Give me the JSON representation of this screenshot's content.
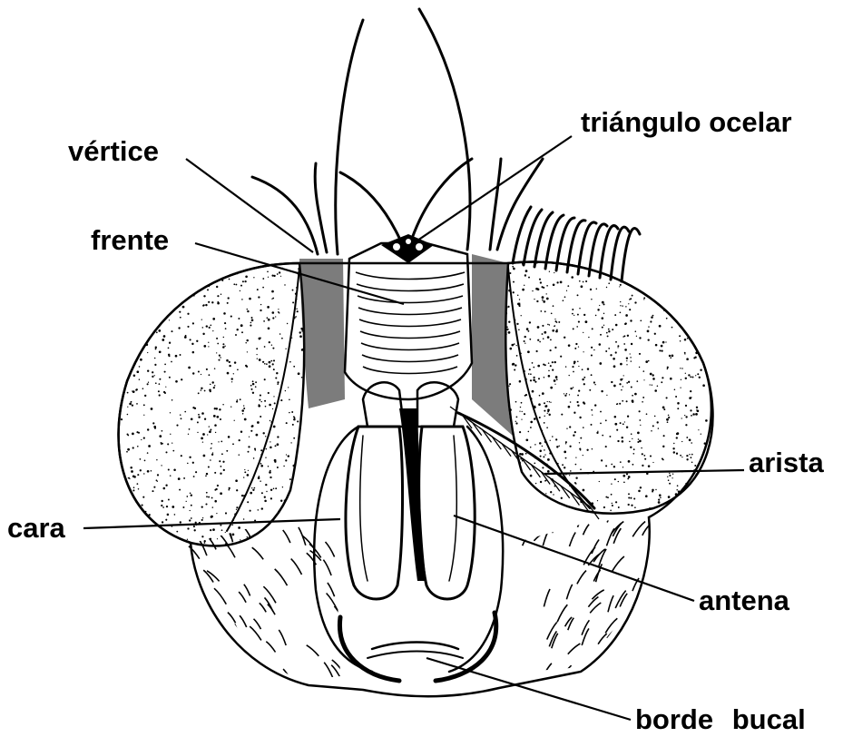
{
  "labels": {
    "vertice": "vértice",
    "triangulo_ocelar": "triángulo ocelar",
    "frente": "frente",
    "arista": "arista",
    "cara": "cara",
    "antena": "antena",
    "borde_bucal": "borde bucal"
  },
  "colors": {
    "ink": "#000000",
    "paper": "#ffffff"
  }
}
